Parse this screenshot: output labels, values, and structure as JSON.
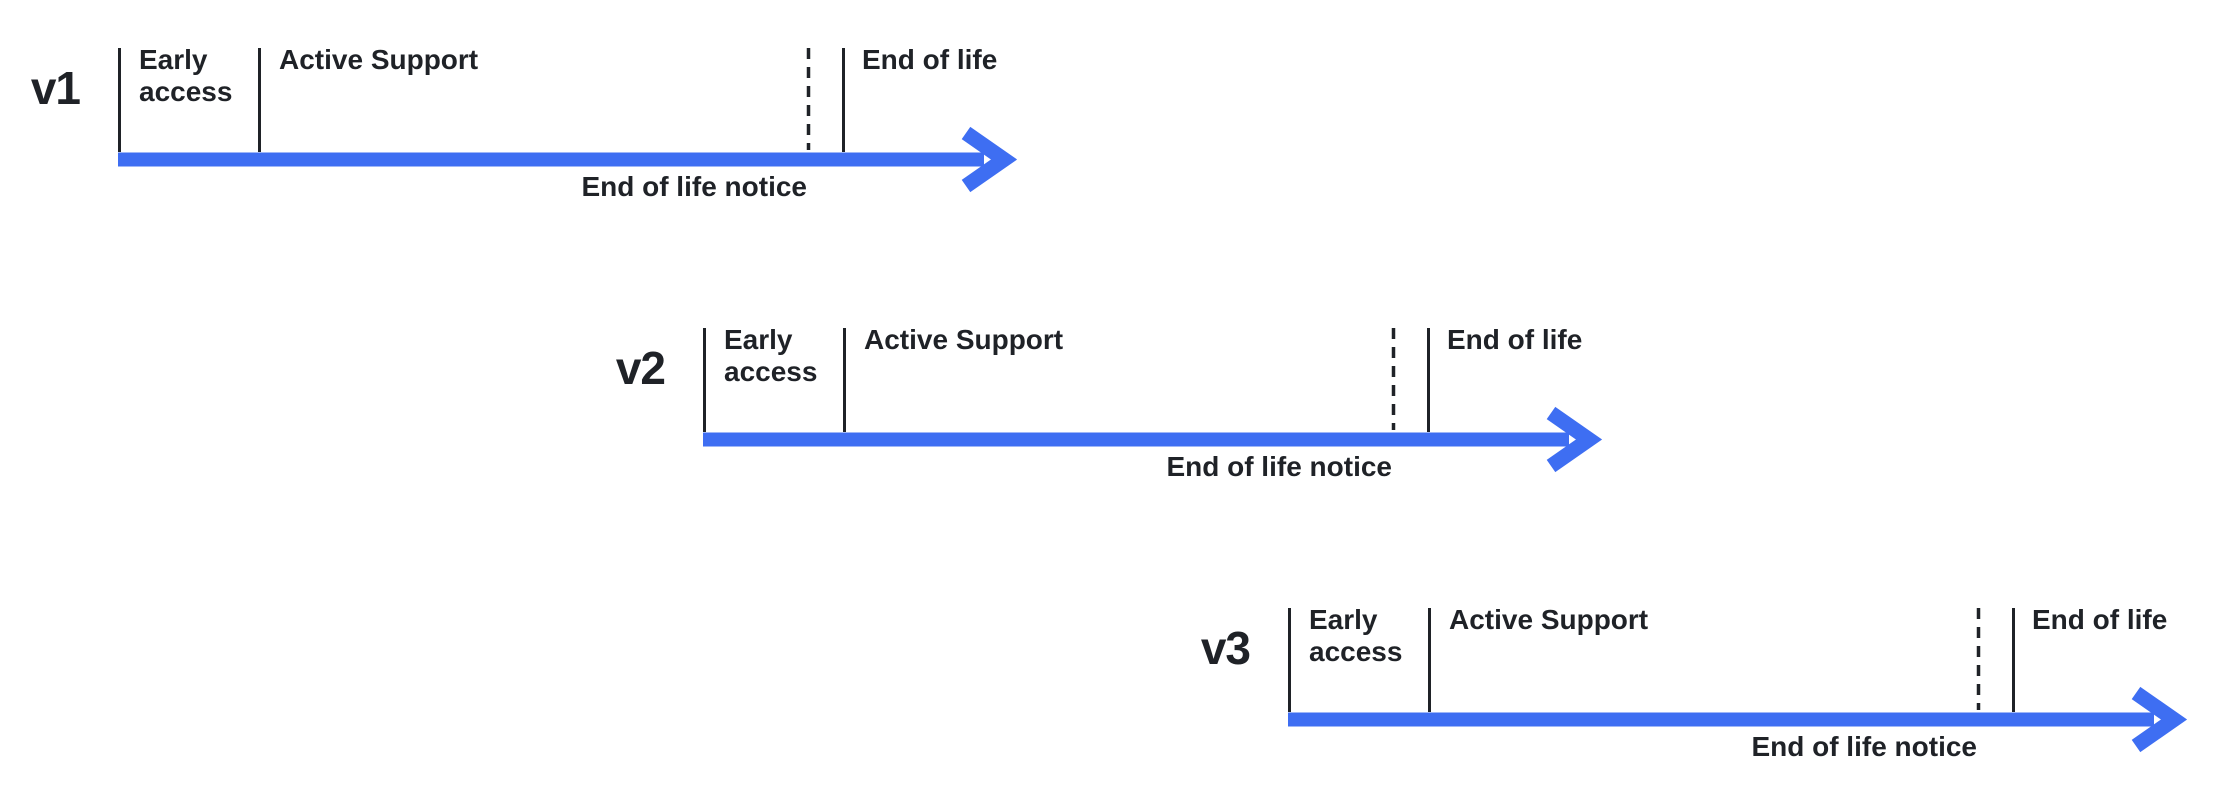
{
  "page": {
    "background": "#ffffff",
    "description": "Version lifecycle timelines"
  },
  "colors": {
    "arrow_blue": "#3E6EF2",
    "ink": "#1F2227"
  },
  "versions": [
    {
      "label": "v1",
      "early_access": "Early access",
      "active_support": "Active Support",
      "end_of_life": "End of life",
      "eol_notice": "End of life notice"
    },
    {
      "label": "v2",
      "early_access": "Early access",
      "active_support": "Active Support",
      "end_of_life": "End of life",
      "eol_notice": "End of life notice"
    },
    {
      "label": "v3",
      "early_access": "Early access",
      "active_support": "Active Support",
      "end_of_life": "End of life",
      "eol_notice": "End of life notice"
    }
  ]
}
